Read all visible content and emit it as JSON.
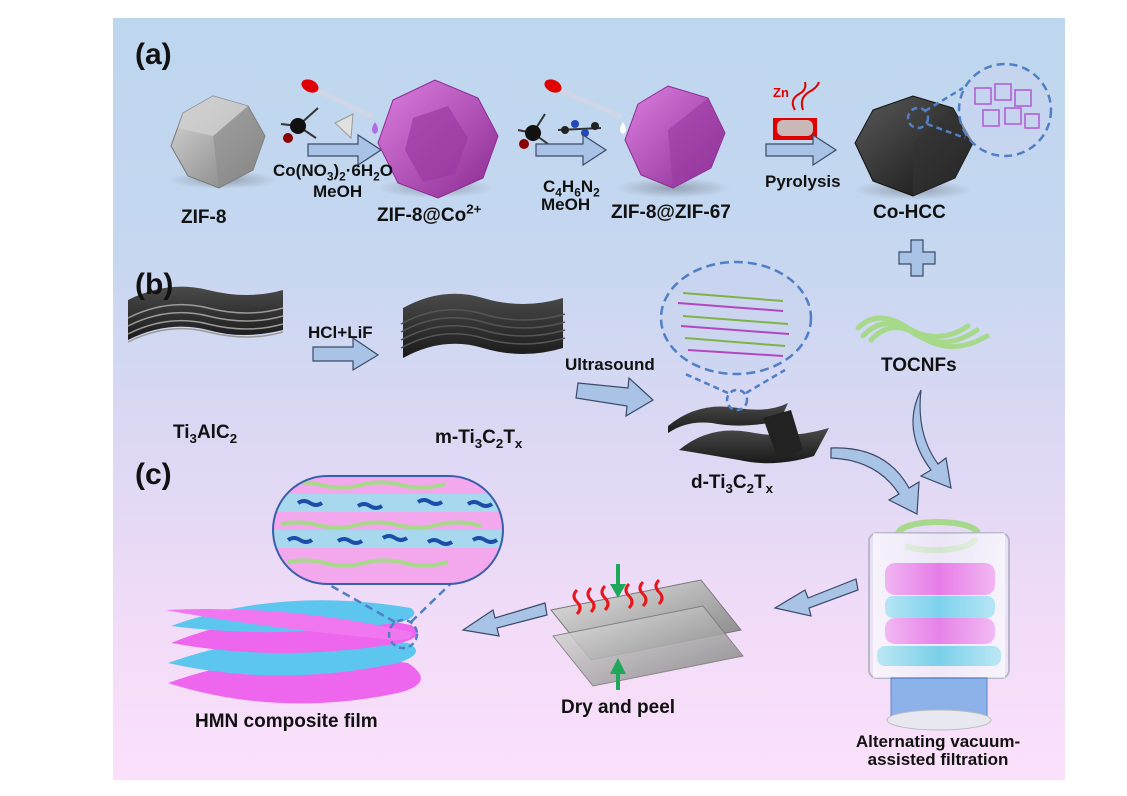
{
  "figure": {
    "panels": [
      {
        "tag": "(a)"
      },
      {
        "tag": "(b)"
      },
      {
        "tag": "(c)"
      }
    ],
    "colors": {
      "background_top": "#bdd7ee",
      "background_bottom": "#fbe0fb",
      "arrow_fill": "#a9c3e6",
      "arrow_stroke": "#3a4a66",
      "zif8_gray": "#9a9a9a",
      "zif67_purple": "#b24db8",
      "cohcc_black": "#2a2a2a",
      "mxene_dark": "#2e2e2e",
      "tocnf_green": "#a6d98a",
      "film_magenta": "#ee66ee",
      "film_cyan": "#5cc6ee",
      "dashed_blue": "#4f7fc4",
      "heat_red": "#e8161b",
      "press_green": "#1ea85a"
    }
  },
  "panel_a": {
    "materials": [
      {
        "id": "zif8",
        "label": "ZIF-8"
      },
      {
        "id": "zif8co",
        "label_main": "ZIF-8@Co",
        "label_sup": "2+"
      },
      {
        "id": "zif8zif67",
        "label": "ZIF-8@ZIF-67"
      },
      {
        "id": "cohcc",
        "label": "Co-HCC"
      }
    ],
    "steps": [
      {
        "reagent_parts": [
          "Co(NO",
          "3",
          ")",
          "2",
          "·6H",
          "2",
          "O"
        ],
        "solvent": "MeOH"
      },
      {
        "reagent_parts": [
          "C",
          "4",
          "H",
          "6",
          "N",
          "2"
        ],
        "solvent": "MeOH"
      },
      {
        "label": "Pyrolysis",
        "vapor_label": "Zn"
      }
    ],
    "plus_sign": "+"
  },
  "panel_b": {
    "materials": [
      {
        "id": "ti3alc2",
        "parts": [
          "Ti",
          "3",
          "AlC",
          "2"
        ]
      },
      {
        "id": "m-ti3c2tx",
        "parts": [
          "m-Ti",
          "3",
          "C",
          "2",
          "T",
          "x"
        ]
      },
      {
        "id": "d-ti3c2tx",
        "parts": [
          "d-Ti",
          "3",
          "C",
          "2",
          "T",
          "x"
        ]
      },
      {
        "id": "tocnfs",
        "label": "TOCNFs"
      }
    ],
    "steps": [
      {
        "label": "HCl+LiF"
      },
      {
        "label": "Ultrasound"
      }
    ]
  },
  "panel_c": {
    "film_label": "HMN composite film",
    "dry_label": "Dry and peel",
    "filtration_label_line1": "Alternating vacuum-",
    "filtration_label_line2": "assisted filtration"
  }
}
